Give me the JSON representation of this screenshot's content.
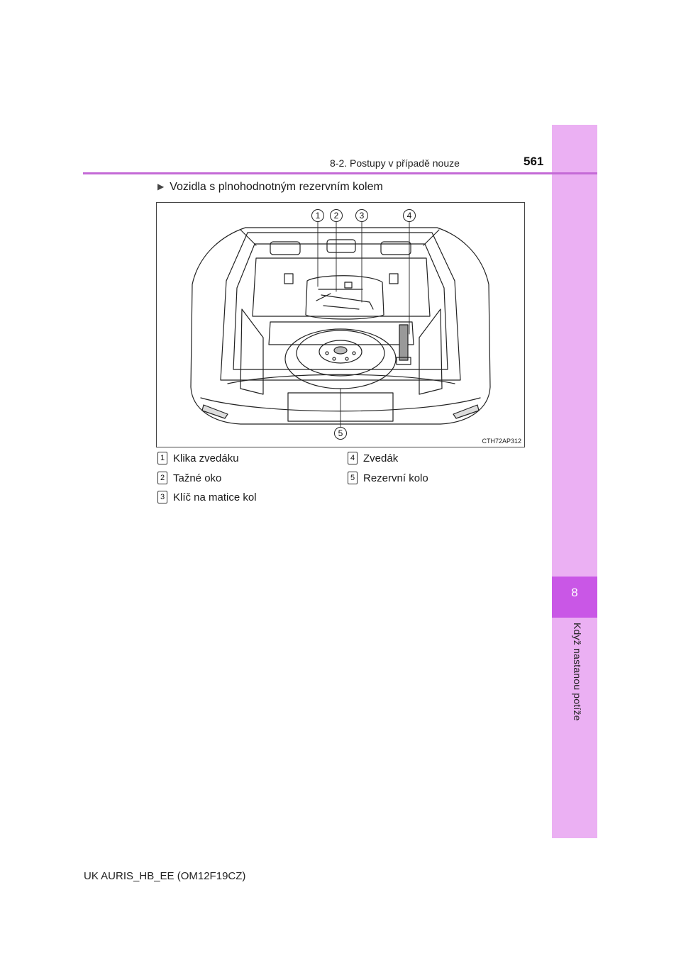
{
  "header": {
    "section_title": "8-2. Postupy v případě nouze",
    "page_number": "561"
  },
  "side_tab": {
    "chapter_number": "8",
    "chapter_title": "Když nastanou potíže",
    "tab_color": "#ebb0f3",
    "active_color": "#c957e6"
  },
  "heading": {
    "text": "Vozidla s plnohodnotným rezervním kolem"
  },
  "figure": {
    "code": "CTH72AP312",
    "callouts": [
      "1",
      "2",
      "3",
      "4",
      "5"
    ]
  },
  "legend": [
    {
      "num": "1",
      "label": "Klika zvedáku"
    },
    {
      "num": "2",
      "label": "Tažné oko"
    },
    {
      "num": "3",
      "label": "Klíč na matice kol"
    },
    {
      "num": "4",
      "label": "Zvedák"
    },
    {
      "num": "5",
      "label": "Rezervní kolo"
    }
  ],
  "footer": {
    "text": "UK AURIS_HB_EE (OM12F19CZ)"
  }
}
